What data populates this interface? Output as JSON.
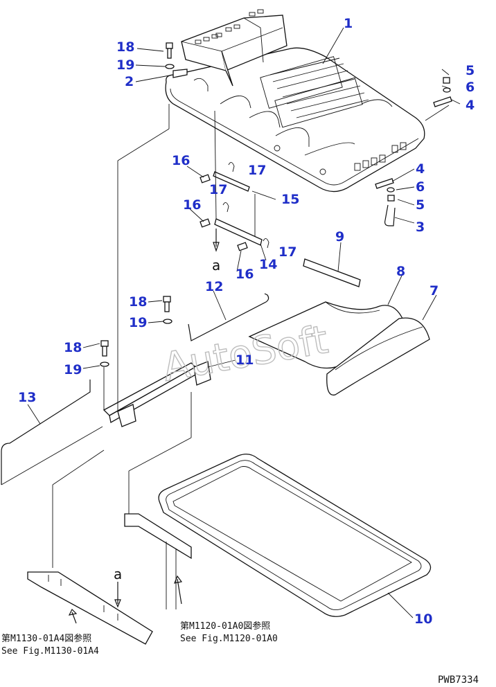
{
  "diagram": {
    "watermark": "AutoSoft",
    "drawing_code": "PWB7334",
    "section_marker": "a",
    "part_labels": [
      "1",
      "2",
      "3",
      "4",
      "4",
      "5",
      "5",
      "6",
      "6",
      "7",
      "8",
      "9",
      "10",
      "11",
      "12",
      "13",
      "14",
      "15",
      "16",
      "16",
      "16",
      "17",
      "17",
      "17",
      "18",
      "18",
      "18",
      "19",
      "19",
      "19"
    ],
    "references": [
      {
        "jp": "第M1130-01A4図参照",
        "en": "See Fig.M1130-01A4"
      },
      {
        "jp": "第M1120-01A0図参照",
        "en": "See Fig.M1120-01A0"
      }
    ],
    "colors": {
      "label": "#1f2ec8",
      "line": "#111111",
      "watermark": "#bdbdbd"
    }
  }
}
